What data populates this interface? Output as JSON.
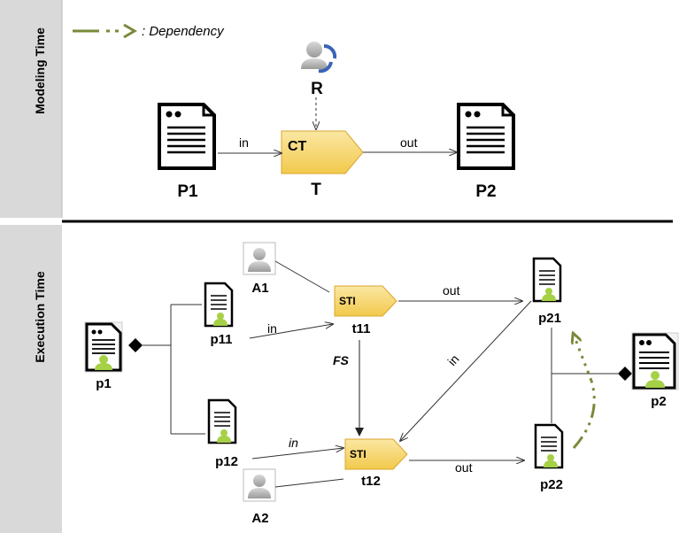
{
  "legend": {
    "text": ": Dependency"
  },
  "sections": {
    "modeling": {
      "label": "Modeling Time"
    },
    "execution": {
      "label": "Execution Time"
    }
  },
  "modeling": {
    "role": "R",
    "doc_in": "P1",
    "doc_out": "P2",
    "task_badge": "CT",
    "task_label": "T",
    "edge_in": "in",
    "edge_out": "out"
  },
  "execution": {
    "p1": "p1",
    "p11": "p11",
    "p12": "p12",
    "p21": "p21",
    "p22": "p22",
    "p2": "p2",
    "a1": "A1",
    "a2": "A2",
    "t11": "t11",
    "t12": "t12",
    "t11_badge": "STI",
    "t12_badge": "STI",
    "in_t11": "in",
    "in_t12": "in",
    "out_t11": "out",
    "out_t12": "out",
    "in_p21": "in",
    "fs": "FS"
  },
  "colors": {
    "band": "#d9d9d9",
    "task_fill": "#f7d56b",
    "dependency": "#7a8a3a",
    "person_green": "#9ccc3c",
    "divider": "#000000"
  }
}
